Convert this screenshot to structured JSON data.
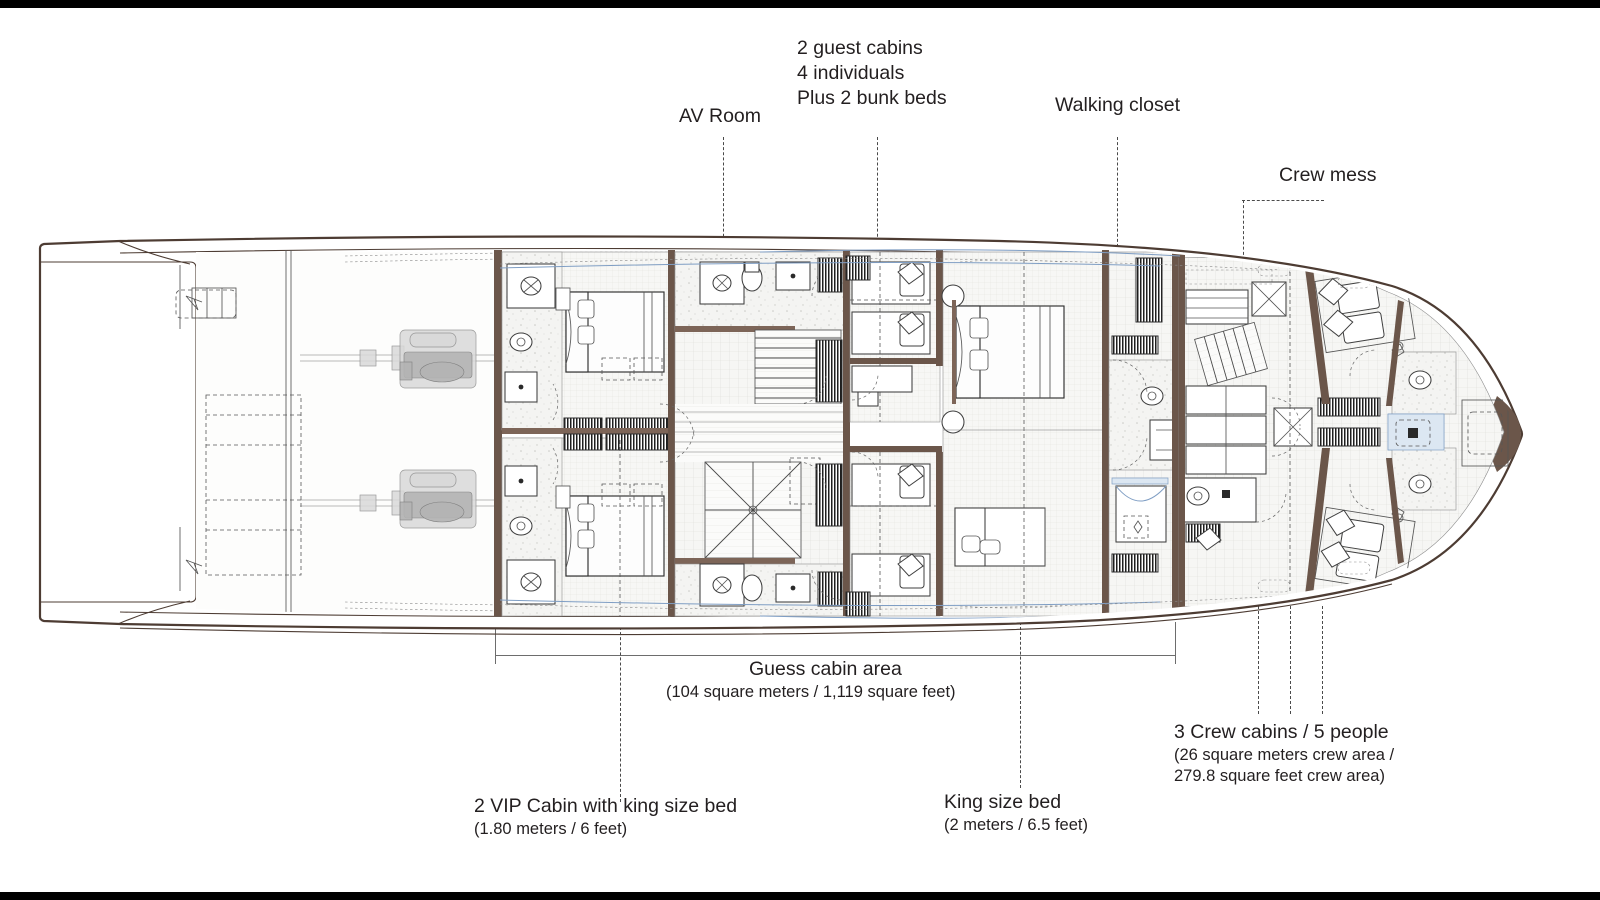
{
  "diagram": {
    "title": "Yacht lower deck general arrangement",
    "orientation": "stern at left, bow at right"
  },
  "annotations": {
    "top": [
      {
        "id": "av-room",
        "text": "AV Room",
        "leader": "vertical-dashed"
      },
      {
        "id": "guest-cabins",
        "text": "2 guest cabins\n4 individuals\nPlus 2 bunk beds",
        "leader": "vertical-dashed"
      },
      {
        "id": "walking-closet",
        "text": "Walking closet",
        "leader": "vertical-dashed"
      },
      {
        "id": "crew-mess",
        "text": "Crew mess",
        "leader": "horizontal-then-vertical-dashed"
      }
    ],
    "bottom": [
      {
        "id": "guest-cabin-area",
        "title": "Guess cabin area",
        "detail": "(104 square meters / 1,119 square feet)",
        "leader": "dimension-line"
      },
      {
        "id": "vip-cabin",
        "title": "2 VIP Cabin with king size bed",
        "detail": "(1.80 meters / 6 feet)",
        "leader": "vertical-dashed"
      },
      {
        "id": "king-size-bed",
        "title": "King size bed",
        "detail": "(2 meters / 6.5 feet)",
        "leader": "vertical-dashed"
      },
      {
        "id": "crew-cabins",
        "title": "3 Crew cabins / 5 people",
        "detail": "(26 square meters crew area /\n279.8 square feet crew area)",
        "leader": "three-vertical-dashed"
      }
    ]
  },
  "colors": {
    "background": "#ffffff",
    "letterbox": "#000000",
    "hull_outline": "#4d3c33",
    "bulkhead": "#6b564a",
    "text": "#231f20",
    "leader": "#4a4a4a",
    "water_blue": "#7f9ec4"
  }
}
